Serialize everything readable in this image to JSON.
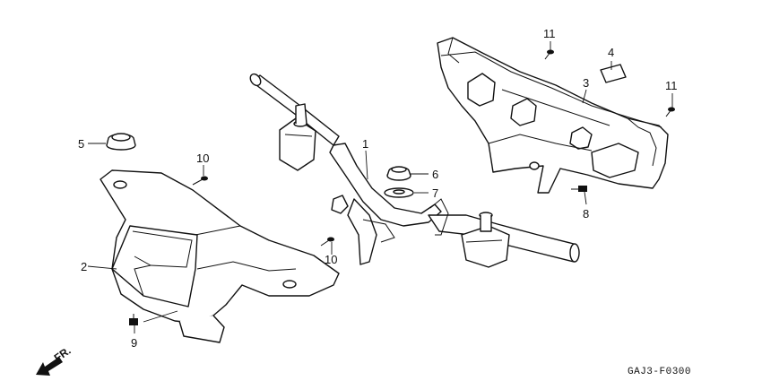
{
  "diagram": {
    "callouts": [
      {
        "id": "c1",
        "label": "1"
      },
      {
        "id": "c2",
        "label": "2"
      },
      {
        "id": "c3",
        "label": "3"
      },
      {
        "id": "c4",
        "label": "4"
      },
      {
        "id": "c5",
        "label": "5"
      },
      {
        "id": "c6",
        "label": "6"
      },
      {
        "id": "c7",
        "label": "7"
      },
      {
        "id": "c8",
        "label": "8"
      },
      {
        "id": "c9",
        "label": "9"
      },
      {
        "id": "c10a",
        "label": "10"
      },
      {
        "id": "c10b",
        "label": "10"
      },
      {
        "id": "c11a",
        "label": "11"
      },
      {
        "id": "c11b",
        "label": "11"
      }
    ],
    "direction_label": "FR.",
    "drawing_code": "GAJ3-F0300"
  }
}
